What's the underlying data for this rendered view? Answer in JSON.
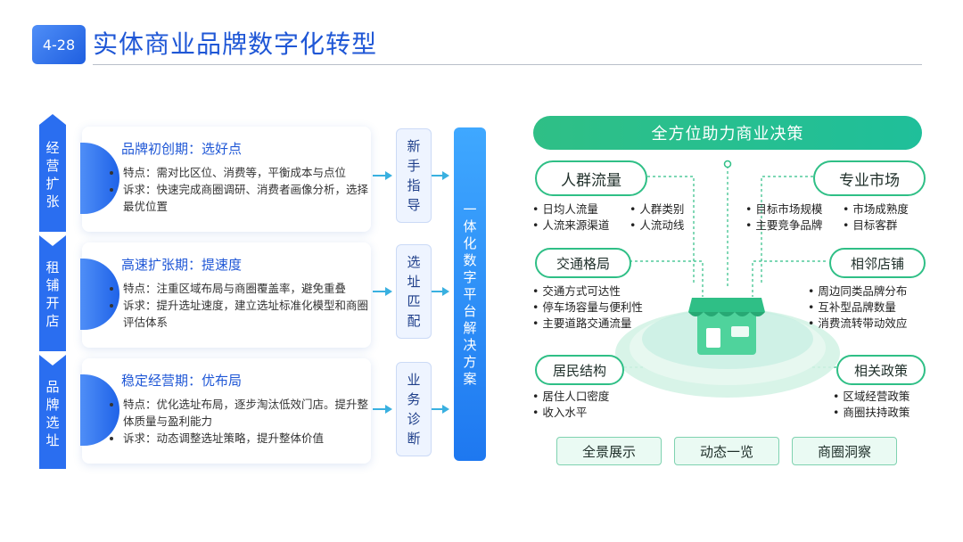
{
  "header": {
    "badge": "4-28",
    "title": "实体商业品牌数字化转型"
  },
  "left": {
    "chevrons": [
      {
        "label": "经营扩张"
      },
      {
        "label": "租铺开店"
      },
      {
        "label": "品牌选址"
      }
    ],
    "stages": [
      {
        "head": "品牌初创期：选好点",
        "bullets": [
          "特点：需对比区位、消费等，平衡成本与点位",
          "诉求：快速完成商圈调研、消费者画像分析，选择最优位置"
        ],
        "step": "新手指导"
      },
      {
        "head": "高速扩张期：提速度",
        "bullets": [
          "特点：注重区域布局与商圈覆盖率，避免重叠",
          "诉求：提升选址速度，建立选址标准化模型和商圈评估体系"
        ],
        "step": "选址匹配"
      },
      {
        "head": "稳定经营期：优布局",
        "bullets": [
          "特点：优化选址布局，逐步淘汰低效门店。提升整体质量与盈利能力",
          "诉求：动态调整选址策略，提升整体价值"
        ],
        "step": "业务诊断"
      }
    ],
    "platform": "一体化数字平台解决方案"
  },
  "right": {
    "title": "全方位助力商业决策",
    "crowd": {
      "label": "人群流量",
      "col1": [
        "日均人流量",
        "人流来源渠道"
      ],
      "col2": [
        "人群类别",
        "人流动线"
      ]
    },
    "market": {
      "label": "专业市场",
      "col1": [
        "目标市场规模",
        "主要竞争品牌"
      ],
      "col2": [
        "市场成熟度",
        "目标客群"
      ]
    },
    "traffic": {
      "label": "交通格局",
      "items": [
        "交通方式可达性",
        "停车场容量与便利性",
        "主要道路交通流量"
      ]
    },
    "neighbor": {
      "label": "相邻店铺",
      "items": [
        "周边同类品牌分布",
        "互补型品牌数量",
        "消费流转带动效应"
      ]
    },
    "resident": {
      "label": "居民结构",
      "items": [
        "居住人口密度",
        "收入水平"
      ]
    },
    "policy": {
      "label": "相关政策",
      "items": [
        "区域经营政策",
        "商圈扶持政策"
      ]
    },
    "bottom": [
      "全景展示",
      "动态一览",
      "商圈洞察"
    ],
    "colors": {
      "green": "#2fbf86",
      "blue": "#1f63e8"
    }
  }
}
